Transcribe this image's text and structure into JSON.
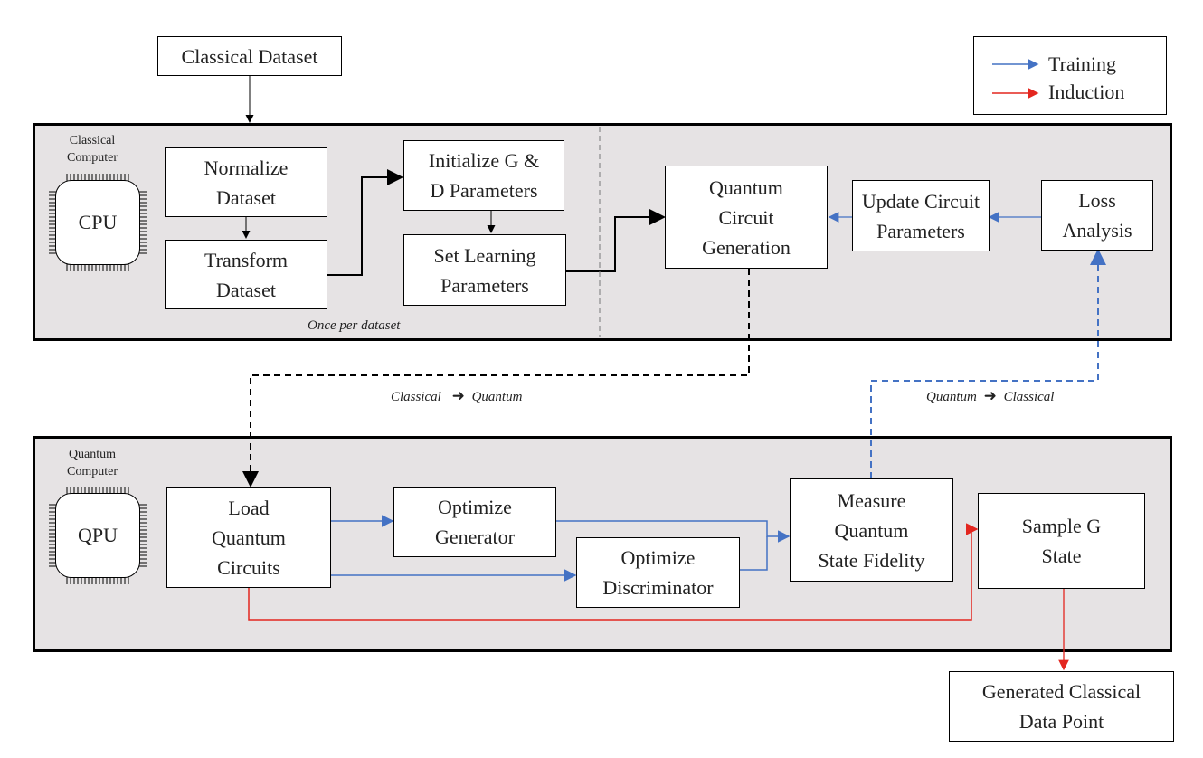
{
  "colors": {
    "training": "#4472c4",
    "induction": "#e3261f",
    "classical": "#000000"
  },
  "legend": {
    "training_label": "Training",
    "induction_label": "Induction"
  },
  "classical": {
    "computer_label": "Classical\nComputer",
    "chip_label": "CPU",
    "once_per_dataset": "Once per dataset"
  },
  "quantum": {
    "computer_label": "Quantum\nComputer",
    "chip_label": "QPU"
  },
  "boxes": {
    "classical_dataset": "Classical Dataset",
    "normalize": "Normalize\nDataset",
    "transform": "Transform\nDataset",
    "init_params": "Initialize G &\nD Parameters",
    "set_learning": "Set Learning\nParameters",
    "circuit_gen": "Quantum\nCircuit\nGeneration",
    "update_params": "Update Circuit\nParameters",
    "loss": "Loss\nAnalysis",
    "load_circuits": "Load\nQuantum\nCircuits",
    "opt_generator": "Optimize\nGenerator",
    "opt_discriminator": "Optimize\nDiscriminator",
    "measure": "Measure\nQuantum\nState Fidelity",
    "sample": "Sample G\nState",
    "generated": "Generated Classical\nData Point"
  },
  "transitions": {
    "c2q_from": "Classical",
    "c2q_to": "Quantum",
    "q2c_from": "Quantum",
    "q2c_to": "Classical"
  }
}
